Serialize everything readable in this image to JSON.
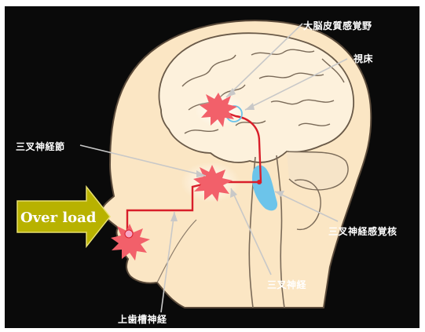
{
  "labels": {
    "cortex": "大脳皮質感覚野",
    "thalamus": "視床",
    "ganglion": "三叉神経節",
    "sensory_nucleus": "三叉神経感覚核",
    "trigeminal_nerve": "三叉神経",
    "alveolar_nerve": "上歯槽神経",
    "overload": "Over load"
  },
  "colors": {
    "background": "#0a0a0a",
    "head_skin": "#fbe6c4",
    "outline": "#5a4a3a",
    "nerve_path": "#d81e2a",
    "burst": "#f2606a",
    "nucleus": "#6cc4ea",
    "pointer_line": "#c8c8c8",
    "arrow": "#b8b200"
  },
  "icons": [
    "pain-burst-icon",
    "overload-arrow-icon",
    "tooth-node-icon"
  ]
}
